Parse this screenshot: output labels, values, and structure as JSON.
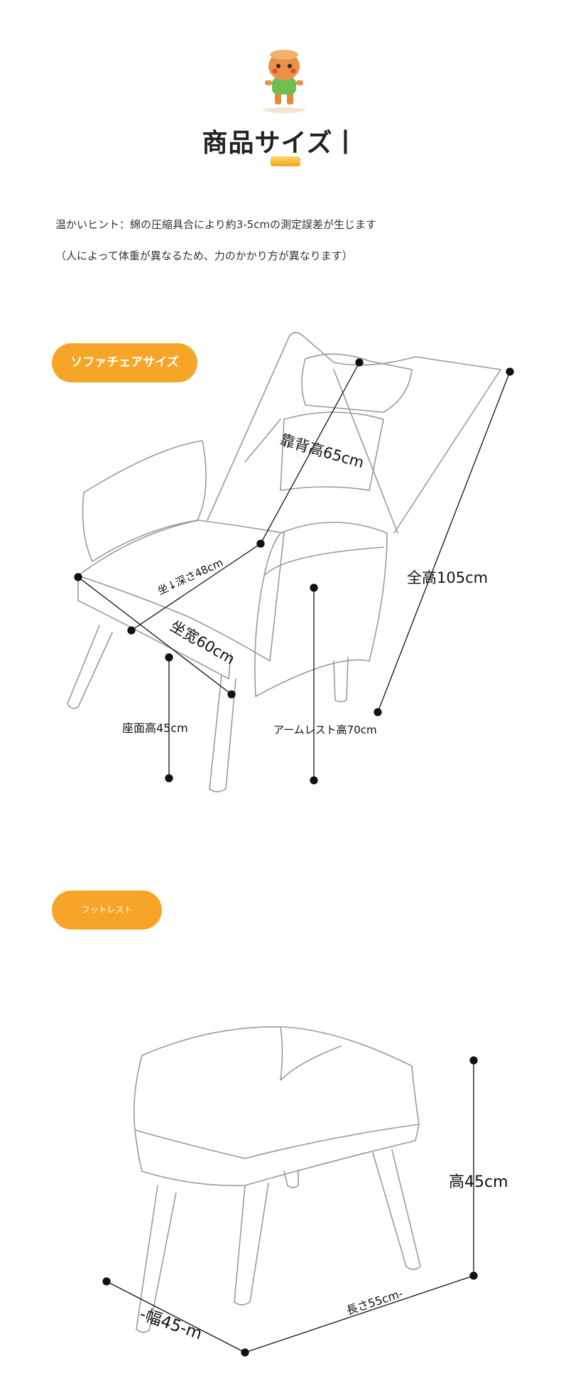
{
  "header": {
    "title": "商品サイズ丨"
  },
  "hints": {
    "line1": "温かいヒント：綿の圧縮具合により約3-5cmの測定誤差が生じます",
    "line2": "（人によって体重が異なるため、力のかかり方が異なります）"
  },
  "sofa": {
    "tab_label": "ソファチェアサイズ",
    "dim_backrest": "靠背高65cm",
    "dim_total": "全高105cm",
    "dim_seat_depth": "坐↓深さ48cm",
    "dim_seat_width": "坐宽60cm",
    "dim_seat_height": "座面高45cm",
    "dim_armrest": "アームレスト高70cm"
  },
  "footrest": {
    "tab_label": "フットレスト",
    "dim_height": "高45cm",
    "dim_width": "-幅45-m",
    "dim_length": "長さ55cm-"
  },
  "colors": {
    "accent": "#f7a528",
    "line": "#999999",
    "text": "#111111"
  }
}
